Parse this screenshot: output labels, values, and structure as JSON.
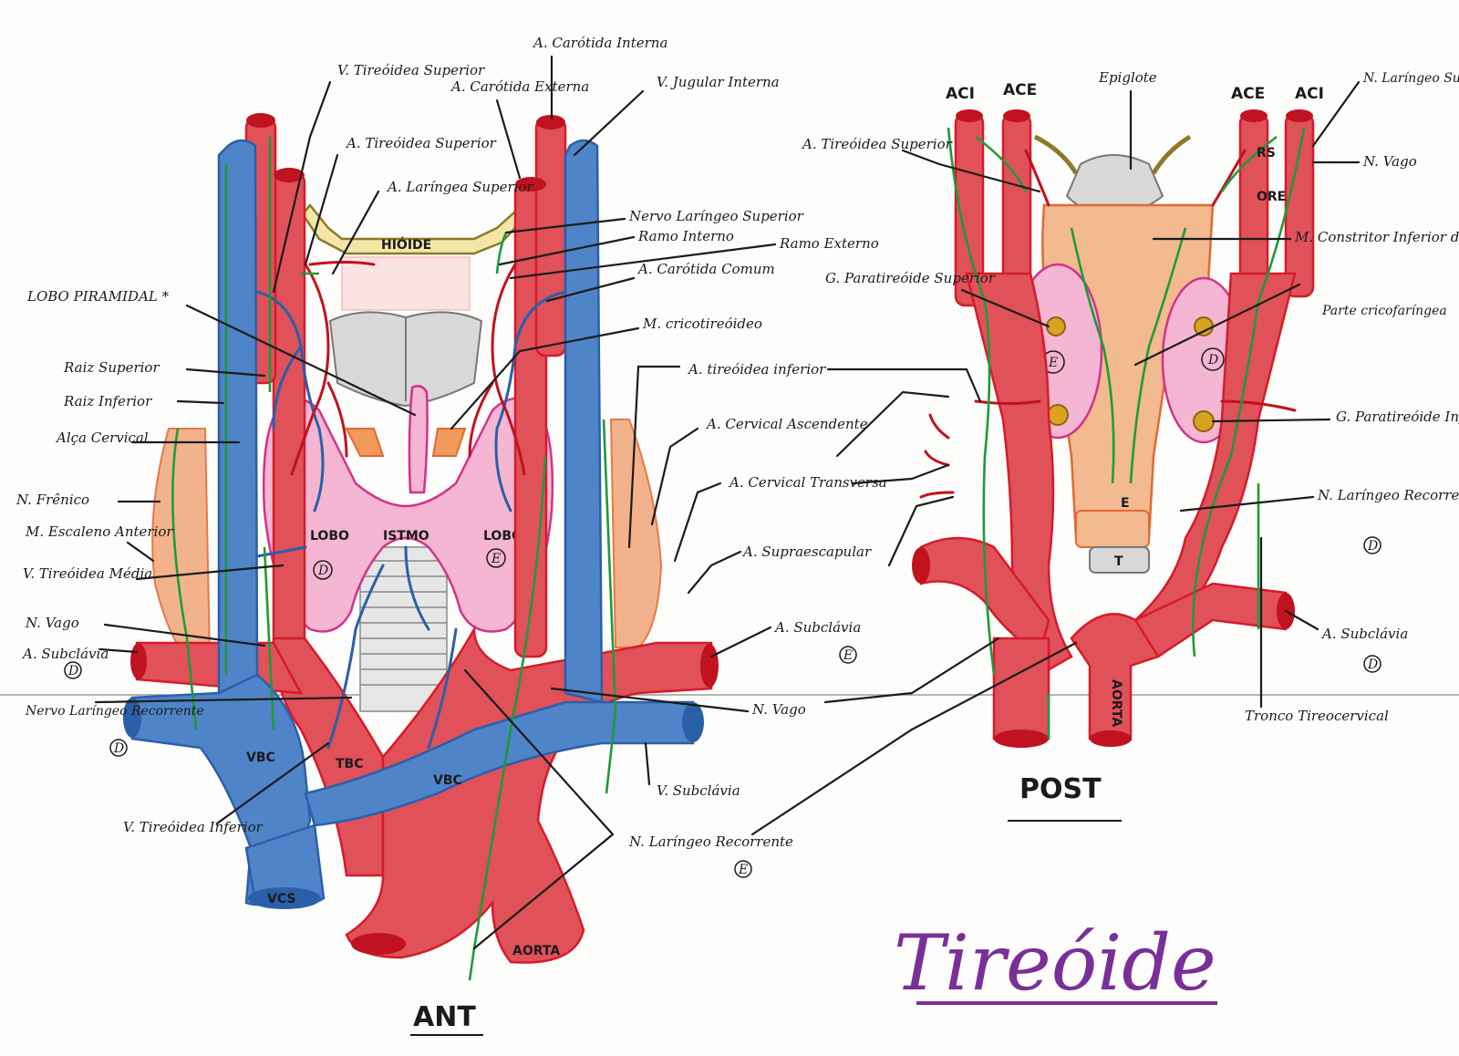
{
  "title": "Tireóide",
  "views": {
    "anterior": "ANT",
    "posterior": "POST"
  },
  "structures": {
    "hyoid": "HIÓIDE",
    "isthmus": "ISTMO",
    "lobe_right": "LOBO",
    "lobe_right_side": "D",
    "lobe_left": "LOBO",
    "lobe_left_side": "E",
    "vbc_right": "VBC",
    "vbc_left": "VBC",
    "tbc": "TBC",
    "vcs": "VCS",
    "aorta_ant": "AORTA",
    "aorta_post": "AORTA",
    "aci_left": "ACI",
    "ace_left": "ACE",
    "ace_right": "ACE",
    "aci_right": "ACI",
    "parathyroid_left": "E",
    "parathyroid_right": "D",
    "esophagus": "E",
    "trachea": "T",
    "rs": "RS",
    "ore": "ORE"
  },
  "labels_ant": {
    "v_tireoidea_superior": "V. Tireóidea Superior",
    "a_carotida_interna": "A. Carótida Interna",
    "a_carotida_externa": "A. Carótida Externa",
    "v_jugular_interna": "V. Jugular Interna",
    "a_tireoidea_superior": "A. Tireóidea Superior",
    "a_laringea_superior": "A. Laríngea Superior",
    "nervo_laringeo_superior": "Nervo Laríngeo Superior",
    "ramo_interno": "Ramo Interno",
    "ramo_externo": "Ramo Externo",
    "a_carotida_comum": "A. Carótida Comum",
    "lobo_piramidal": "LOBO PIRAMIDAL *",
    "m_cricotireoideo": "M. cricotireóideo",
    "raiz_superior": "Raiz Superior",
    "raiz_inferior": "Raiz Inferior",
    "alca_cervical": "Alça Cervical",
    "a_tireoidea_inferior": "A. tireóidea inferior",
    "a_cervical_ascendente": "A. Cervical Ascendente",
    "a_cervical_transversa": "A. Cervical Transversa",
    "n_frenico": "N. Frênico",
    "m_escaleno_anterior": "M. Escaleno Anterior",
    "v_tireoidea_media": "V. Tireóidea Média",
    "a_supraescapular": "A. Supraescapular",
    "n_vago_left": "N. Vago",
    "a_subclavia_d": "A. Subclávia",
    "a_subclavia_d_side": "D",
    "a_subclavia_e": "A. Subclávia",
    "a_subclavia_e_side": "E",
    "nervo_laringeo_recorrente_d": "Nervo Laríngeo Recorrente",
    "nervo_laringeo_recorrente_d_side": "D",
    "n_vago_right": "N. Vago",
    "v_subclavia": "V. Subclávia",
    "v_tireoidea_inferior": "V. Tireóidea Inferior",
    "n_laringeo_recorrente_e": "N. Laríngeo Recorrente",
    "n_laringeo_recorrente_e_side": "E"
  },
  "labels_post": {
    "epiglote": "Epiglote",
    "n_laringeo_superior": "N. Laríngeo Superior",
    "n_vago": "N. Vago",
    "a_tireoidea_superior": "A. Tireóidea Superior",
    "m_constritor": "M. Constritor Inferior da faringe",
    "parte_cricofaringea": "Parte cricofaríngea",
    "g_paratireoide_superior": "G. Paratireóide Superior",
    "g_paratireoide_inferior": "G. Paratireóide Inferior",
    "n_laringeo_recorrente": "N. Laríngeo Recorrente",
    "n_laringeo_recorrente_side": "D",
    "a_subclavia": "A. Subclávia",
    "a_subclavia_side": "D",
    "tronco_tireocervical": "Tronco Tireocervical"
  }
}
